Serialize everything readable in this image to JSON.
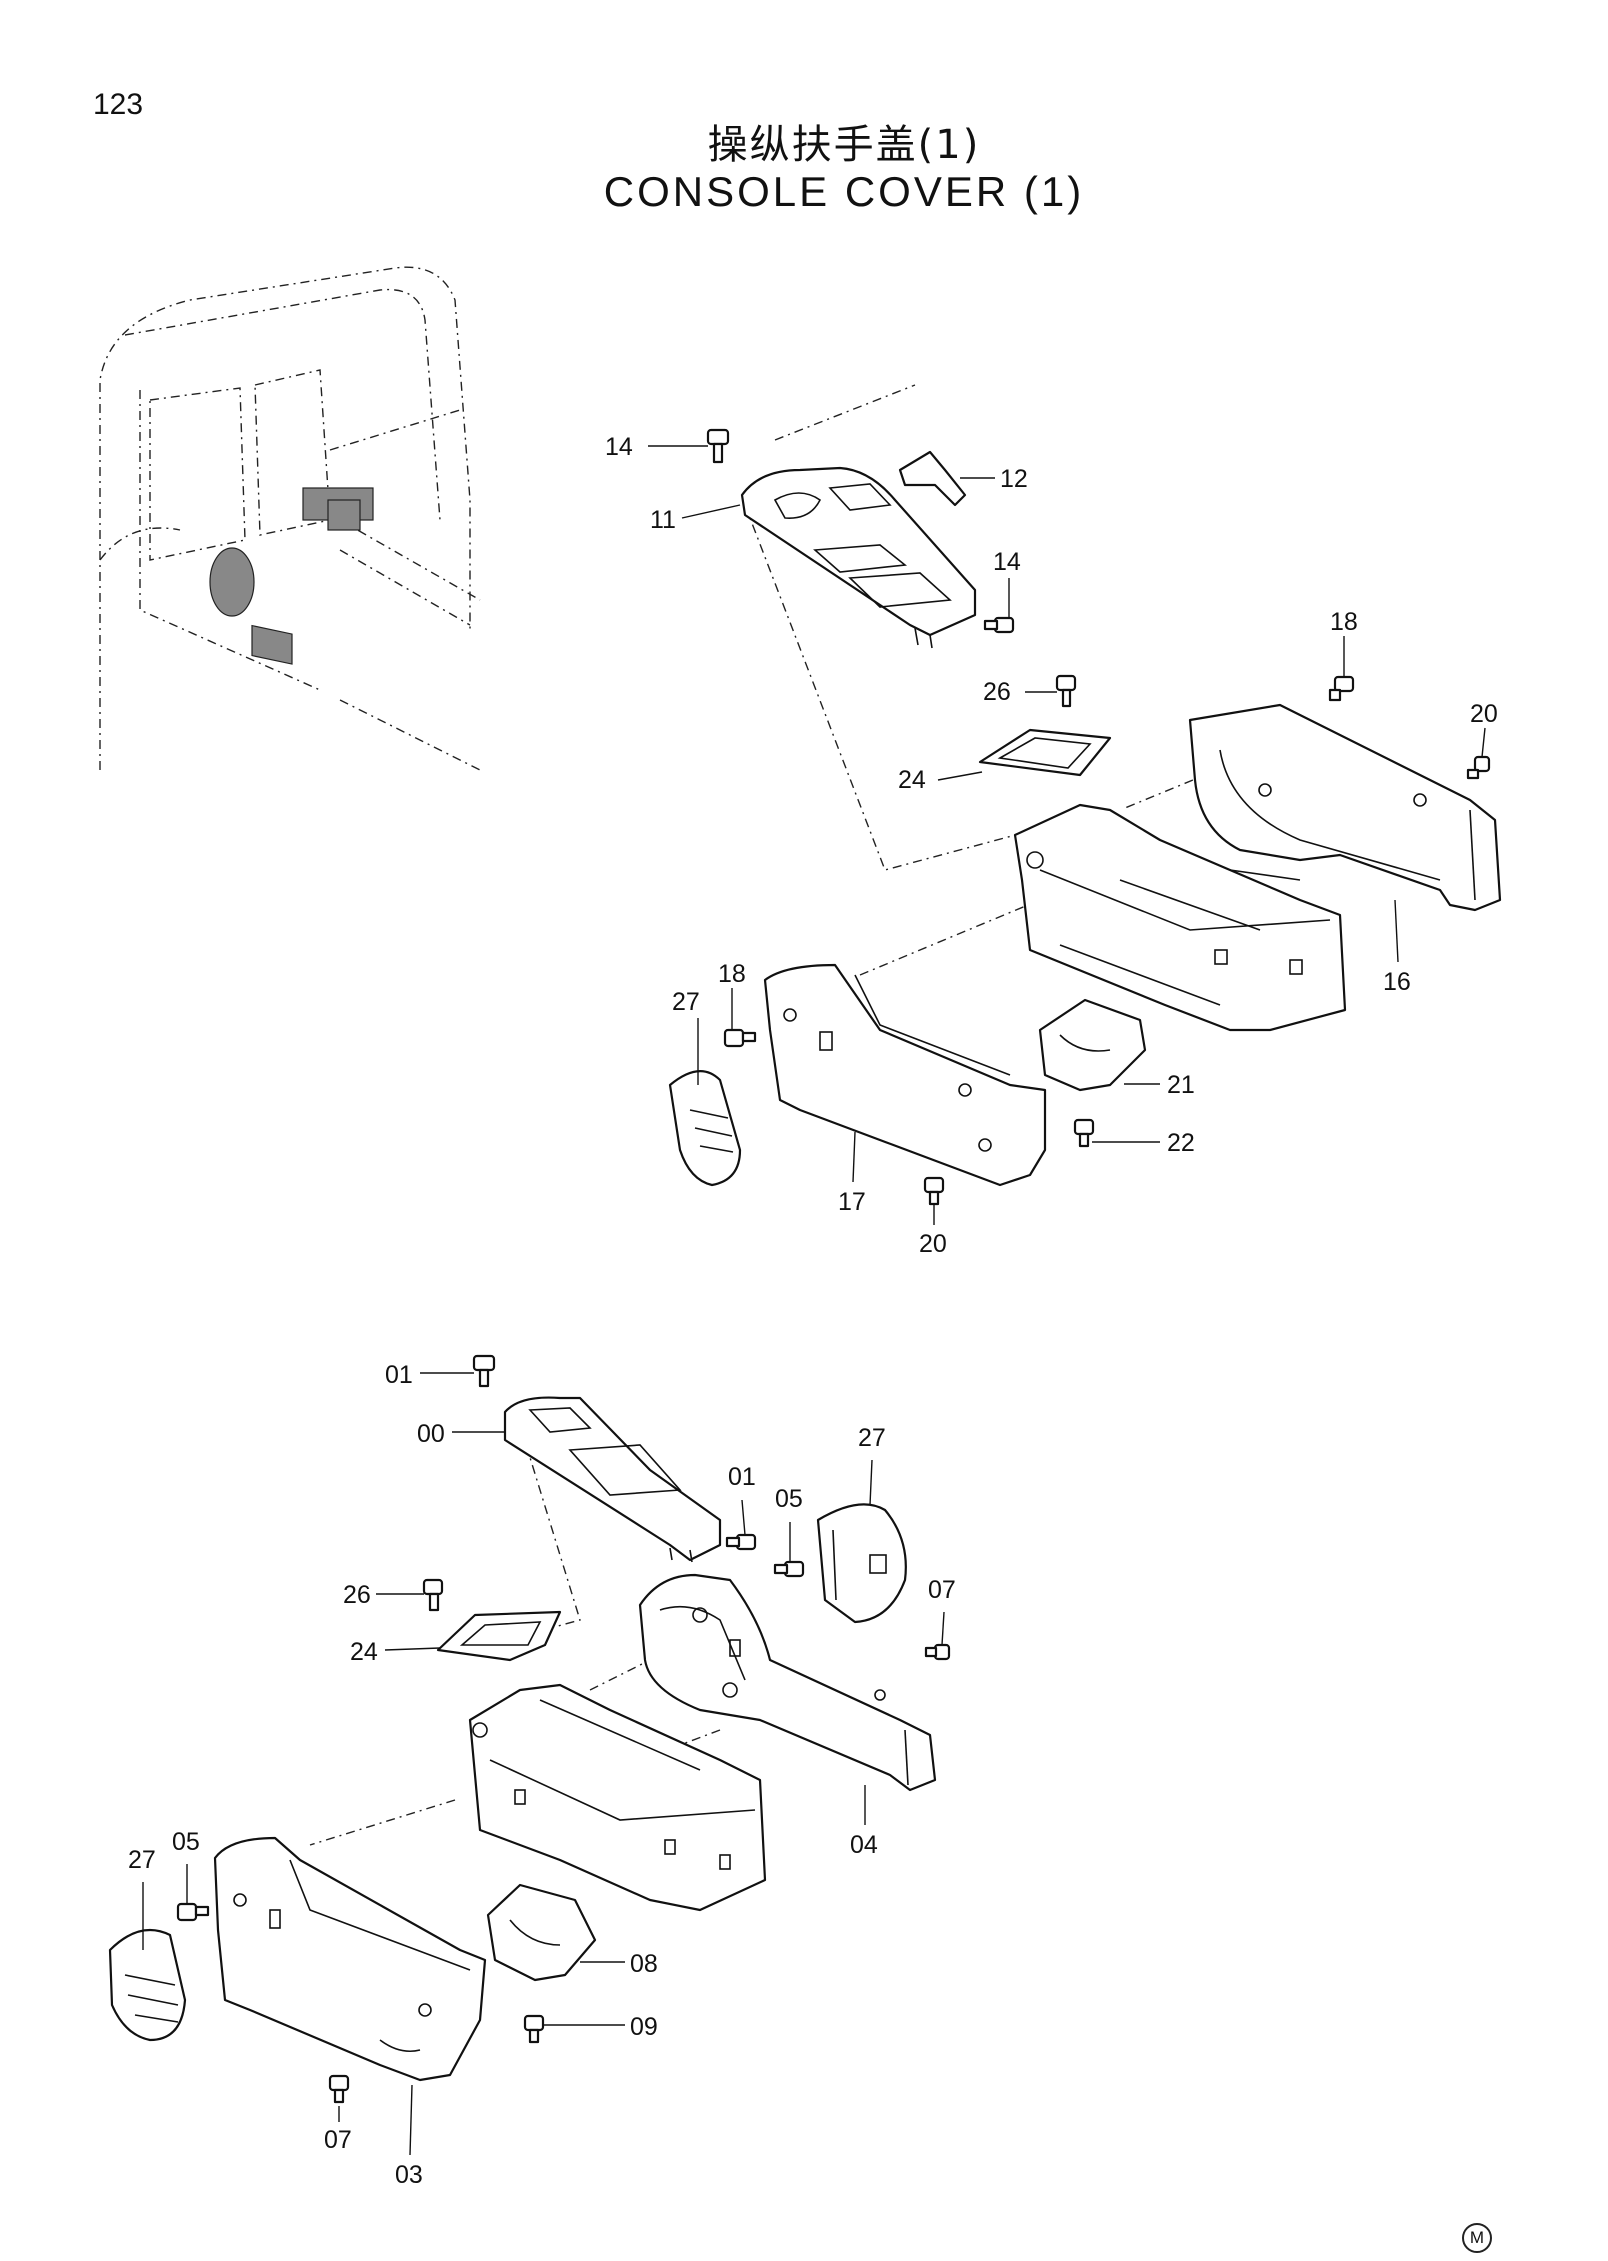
{
  "page_number": "123",
  "title_cn": "操纵扶手盖(1)",
  "title_en": "CONSOLE COVER (1)",
  "mark": "M",
  "upper_callouts": [
    "14",
    "12",
    "11",
    "14",
    "18",
    "20",
    "26",
    "24",
    "16",
    "18",
    "27",
    "21",
    "22",
    "17",
    "20"
  ],
  "lower_callouts": [
    "01",
    "00",
    "01",
    "05",
    "27",
    "26",
    "24",
    "07",
    "04",
    "27",
    "05",
    "08",
    "09",
    "07",
    "03"
  ]
}
